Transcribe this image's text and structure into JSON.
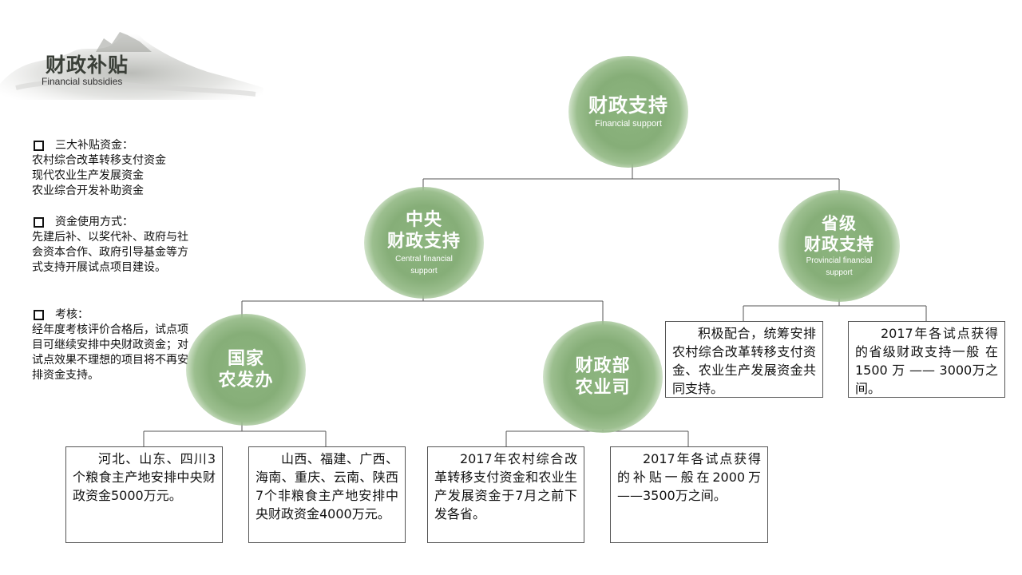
{
  "header": {
    "title": "财政补贴",
    "subtitle": "Financial subsidies"
  },
  "notes": [
    {
      "heading": "三大补贴资金：",
      "body": "农村综合改革转移支付资金\n现代农业生产发展资金\n农业综合开发补助资金"
    },
    {
      "heading": "资金使用方式：",
      "body": "先建后补、以奖代补、政府与社会资本合作、政府引导基金等方式支持开展试点项目建设。"
    },
    {
      "heading": "考核：",
      "body": "经年度考核评价合格后，试点项目可继续安排中央财政资金；对试点效果不理想的项目将不再安排资金支持。"
    }
  ],
  "nodes": {
    "root": {
      "cn": "财政支持",
      "en": "Financial support"
    },
    "central": {
      "cn": "中央\n财政支持",
      "en": "Central financial\nsupport"
    },
    "provincial": {
      "cn": "省级\n财政支持",
      "en": "Provincial financial\nsupport"
    },
    "office": {
      "cn": "国家\n农发办"
    },
    "ministry": {
      "cn": "财政部\n农业司"
    }
  },
  "boxes": {
    "provincial_1": "积极配合，统筹安排农村综合改革转移支付资金、农业生产发展资金共同支持。",
    "provincial_2": "2017年各试点获得的省级财政支持一般 在 1500 万 —— 3000万之间。",
    "office_1": "河北、山东、四川3个粮食主产地安排中央财政资金5000万元。",
    "office_2": "山西、福建、广西、海南、重庆、云南、陕西7个非粮食主产地安排中央财政资金4000万元。",
    "ministry_1": "2017年农村综合改革转移支付资金和农业生产发展资金于7月之前下发各省。",
    "ministry_2": "2017年各试点获得的补贴一般在2000万 ——3500万之间。"
  },
  "colors": {
    "blob": "#8db57f",
    "line": "#555555"
  }
}
